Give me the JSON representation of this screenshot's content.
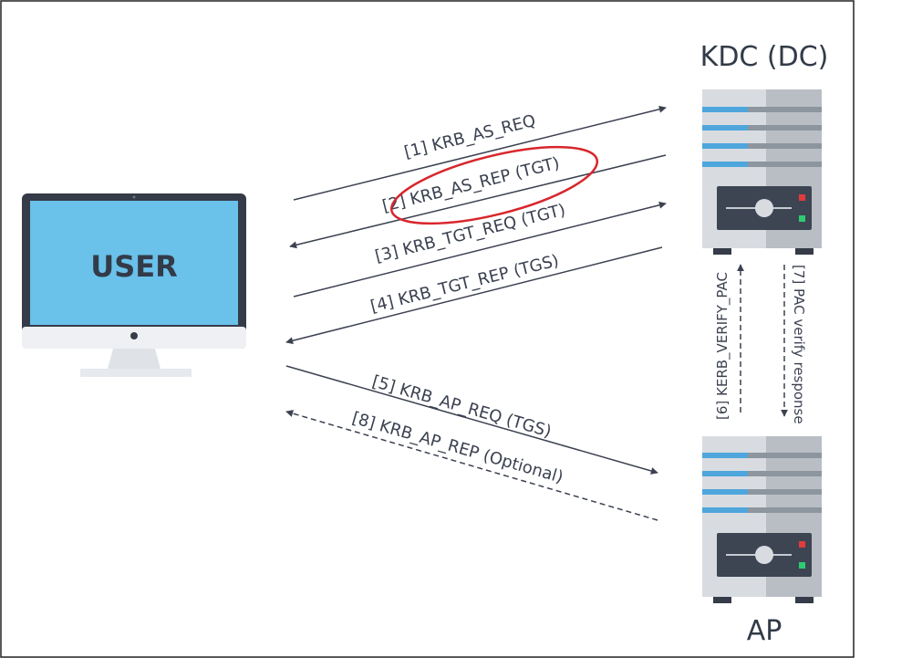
{
  "nodes": {
    "user": {
      "label": "USER"
    },
    "kdc": {
      "label": "KDC (DC)"
    },
    "ap": {
      "label": "AP"
    }
  },
  "messages": {
    "m1": "[1] KRB_AS_REQ",
    "m2": "[2] KRB_AS_REP (TGT)",
    "m3": "[3] KRB_TGT_REQ (TGT)",
    "m4": "[4] KRB_TGT_REP (TGS)",
    "m5": "[5] KRB_AP_REQ (TGS)",
    "m6": "[6] KERB_VERIFY_PAC",
    "m7": "[7] PAC verify response",
    "m8": "[8] KRB_AP_REP (Optional)"
  },
  "highlight": {
    "target": "m2",
    "color": "#d8262c"
  },
  "colors": {
    "arrow": "#3b4150",
    "monitor_frame": "#353b48",
    "monitor_screen": "#6ac1ea",
    "monitor_stand": "#e6e9ee",
    "server_body_light": "#d8dce1",
    "server_body_dark": "#b9bec5",
    "server_stripe_blue": "#4ea6dc",
    "server_stripe_gray": "#8d959e",
    "server_panel": "#3d4553",
    "server_led_red": "#e23b3b",
    "server_led_green": "#2ecc71"
  }
}
